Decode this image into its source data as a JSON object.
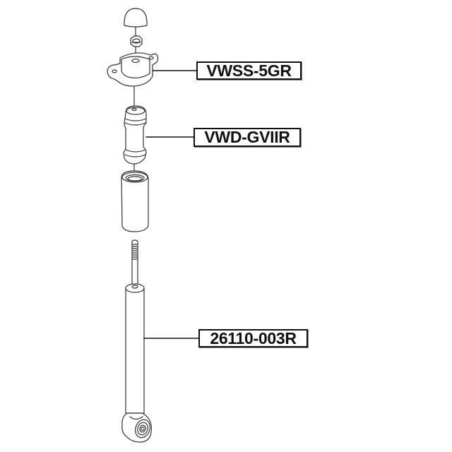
{
  "diagram": {
    "type": "exploded-parts-view",
    "subject": "rear shock absorber assembly",
    "background": "#ffffff",
    "line_color": "#333333",
    "parts": [
      {
        "id": "cap",
        "name": "dust cap"
      },
      {
        "id": "nut",
        "name": "nut"
      },
      {
        "id": "mount",
        "name": "strut mount",
        "part_number": "VWSS-5GR"
      },
      {
        "id": "bump-stop",
        "name": "bump stop",
        "part_number": "VWD-GVIIR"
      },
      {
        "id": "dust-boot",
        "name": "dust boot"
      },
      {
        "id": "shock",
        "name": "shock absorber",
        "part_number": "26110-003R"
      }
    ],
    "labels": [
      {
        "text": "VWSS-5GR"
      },
      {
        "text": "VWD-GVIIR"
      },
      {
        "text": "26110-003R"
      }
    ]
  }
}
